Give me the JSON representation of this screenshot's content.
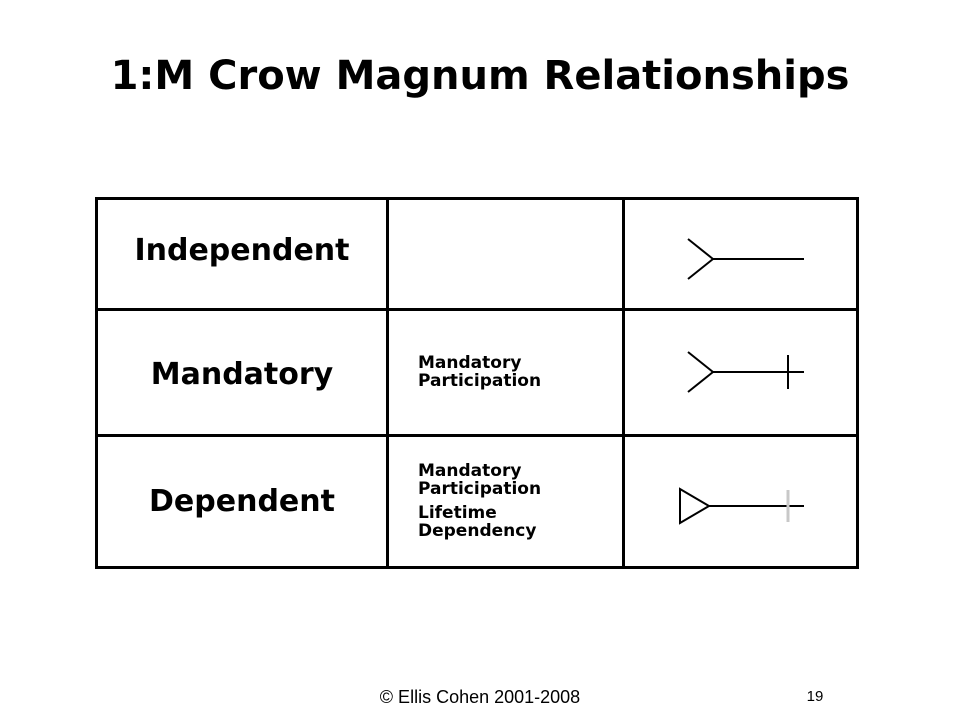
{
  "title": "1:M Crow Magnum Relationships",
  "rows": [
    {
      "label": "Independent",
      "descriptions": [],
      "symbol": "crow-foot-line-icon"
    },
    {
      "label": "Mandatory",
      "descriptions": [
        "Mandatory",
        "Participation"
      ],
      "symbol": "crow-foot-bar-icon"
    },
    {
      "label": "Dependent",
      "descriptions": [
        "Mandatory",
        "Participation",
        "Lifetime",
        "Dependency"
      ],
      "symbol": "triangle-line-faint-bar-icon"
    }
  ],
  "colors": {
    "line": "#000000",
    "faint_bar": "#c8c8c8"
  },
  "footer": {
    "copyright": "© Ellis Cohen 2001-2008",
    "page_number": "19"
  }
}
